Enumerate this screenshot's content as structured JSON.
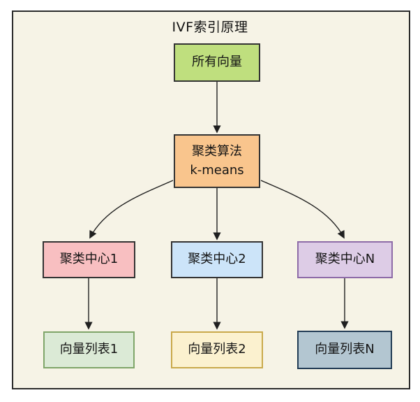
{
  "diagram": {
    "title": "IVF索引原理",
    "canvas_background": "#f6f3e6",
    "frame_border_color": "#2b2b2b",
    "arrow_color": "#1f1f1f",
    "nodes": [
      {
        "id": "all-vectors",
        "label": "所有向量",
        "fill": "#bfdf7e",
        "border": "#333333"
      },
      {
        "id": "kmeans",
        "label": "聚类算法\nk-means",
        "fill": "#f9c58d",
        "border": "#333333"
      },
      {
        "id": "cluster-center-1",
        "label": "聚类中心1",
        "fill": "#f8bfc1",
        "border": "#333333"
      },
      {
        "id": "cluster-center-2",
        "label": "聚类中心2",
        "fill": "#cce4f9",
        "border": "#333333"
      },
      {
        "id": "cluster-center-n",
        "label": "聚类中心N",
        "fill": "#ddcce6",
        "border": "#8e6ba8"
      },
      {
        "id": "vector-list-1",
        "label": "向量列表1",
        "fill": "#dbead6",
        "border": "#7fa569"
      },
      {
        "id": "vector-list-2",
        "label": "向量列表2",
        "fill": "#fbf1cf",
        "border": "#c9a94b"
      },
      {
        "id": "vector-list-n",
        "label": "向量列表N",
        "fill": "#b3c6d1",
        "border": "#223c55"
      }
    ],
    "edges": [
      {
        "from": "all-vectors",
        "to": "kmeans"
      },
      {
        "from": "kmeans",
        "to": "cluster-center-1"
      },
      {
        "from": "kmeans",
        "to": "cluster-center-2"
      },
      {
        "from": "kmeans",
        "to": "cluster-center-n"
      },
      {
        "from": "cluster-center-1",
        "to": "vector-list-1"
      },
      {
        "from": "cluster-center-2",
        "to": "vector-list-2"
      },
      {
        "from": "cluster-center-n",
        "to": "vector-list-n"
      }
    ]
  }
}
